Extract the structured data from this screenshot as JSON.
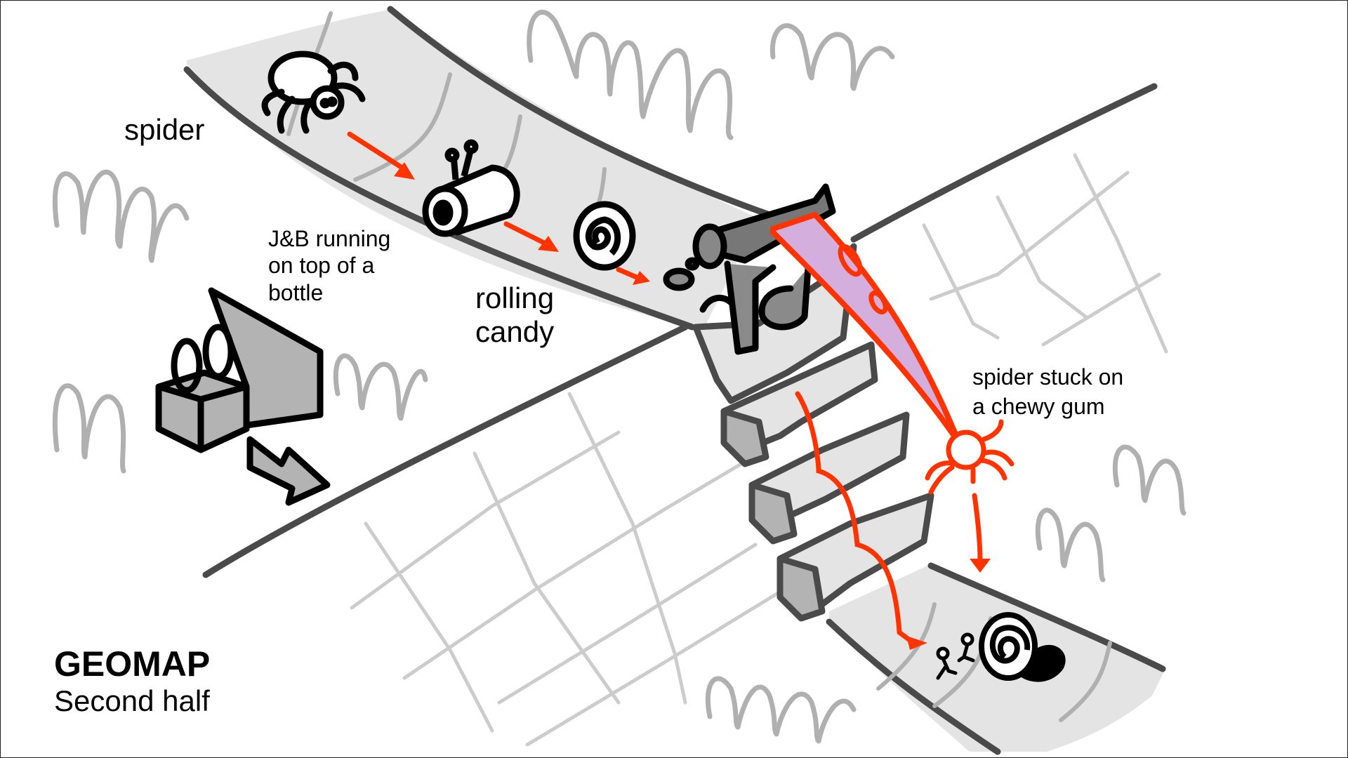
{
  "sheet": {
    "title": "GEOMAP",
    "subtitle": "Second half"
  },
  "annotations": {
    "spider": "spider",
    "jb_running": [
      "J&B running",
      "on top of a",
      "bottle"
    ],
    "rolling_candy": [
      "rolling",
      "candy"
    ],
    "spider_stuck": [
      "spider stuck on",
      "a chewy gum"
    ]
  },
  "colors": {
    "background": "#ffffff",
    "path_fill": "#e4e4e4",
    "path_edge": "#4a4a4a",
    "grass": "#b0b0b0",
    "tile_lines": "#cccccc",
    "ink": "#000000",
    "object_fill": "#b3b3b3",
    "motion_arrow": "#ff3300",
    "gum_strand": "#d4aedc"
  },
  "icons": [
    "spider-icon",
    "bottle-icon",
    "candy-roll-icon",
    "slingshot-icon",
    "camera-icon",
    "camera-direction-arrow-icon",
    "stuck-spider-icon",
    "characters-icon",
    "rolling-candy-icon"
  ]
}
